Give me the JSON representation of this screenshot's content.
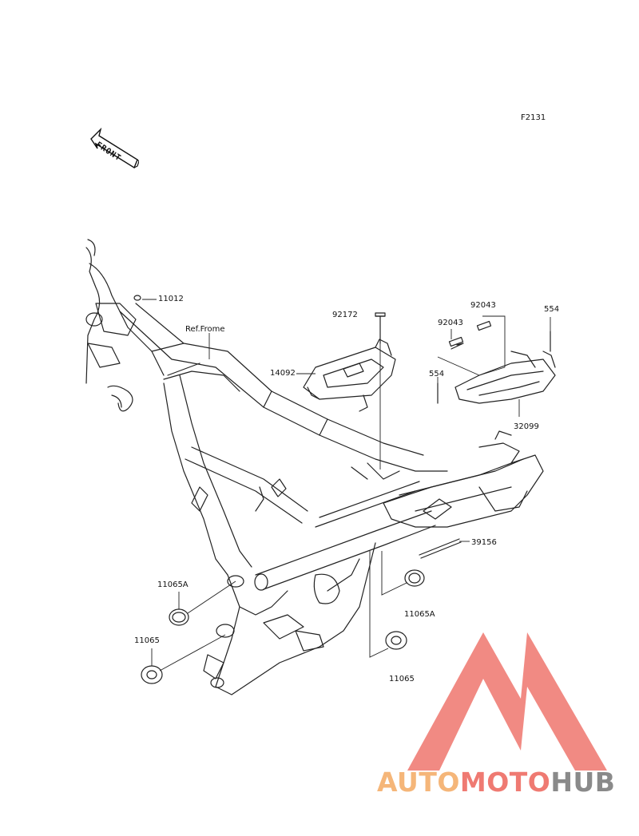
{
  "figure_code": "F2131",
  "front_label": "FRONT",
  "ref_frame_label": "Ref.Frome",
  "parts": {
    "p11012": "11012",
    "p92172": "92172",
    "p14092": "14092",
    "p92043a": "92043",
    "p92043b": "92043",
    "p554a": "554",
    "p554b": "554",
    "p32099": "32099",
    "p39156": "39156",
    "p11065A_left": "11065A",
    "p11065_left": "11065",
    "p11065A_right": "11065A",
    "p11065_right": "11065"
  },
  "logo": {
    "part1": "AUTO",
    "part2": "MOTO",
    "part3": "HUB",
    "colors": {
      "auto": "#f5b679",
      "moto": "#ef7a72",
      "hub": "#8a8a8a",
      "triangle": "#f07d76"
    }
  }
}
